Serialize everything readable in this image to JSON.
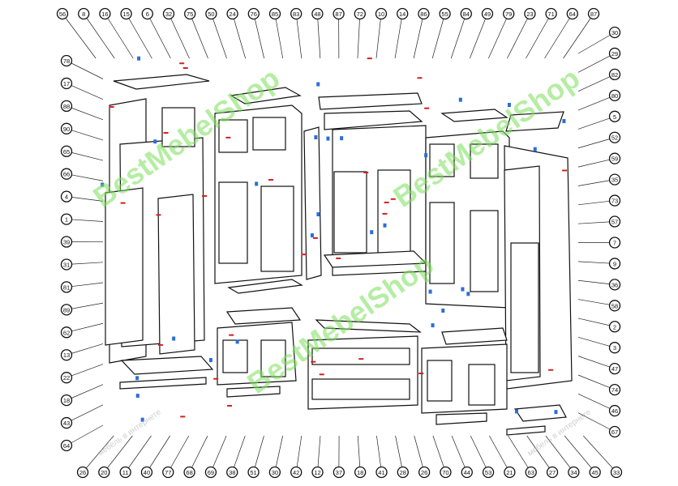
{
  "watermark": {
    "brand": "BestMebelShop",
    "sub": "мебель в интернете"
  },
  "callouts": {
    "top": [
      "56",
      "8",
      "16",
      "15",
      "6",
      "32",
      "75",
      "50",
      "24",
      "76",
      "85",
      "83",
      "48",
      "87",
      "72",
      "10",
      "14",
      "86",
      "55",
      "84",
      "49",
      "79",
      "23",
      "71",
      "64",
      "87"
    ],
    "left": [
      "78",
      "17",
      "88",
      "90",
      "65",
      "66",
      "4",
      "1",
      "39",
      "31",
      "81",
      "89",
      "62",
      "13",
      "22",
      "18",
      "43",
      "64"
    ],
    "right": [
      "30",
      "29",
      "82",
      "80",
      "5",
      "52",
      "59",
      "35",
      "73",
      "57",
      "7",
      "9",
      "36",
      "58",
      "2",
      "3",
      "47",
      "74",
      "46",
      "67"
    ],
    "bottom": [
      "26",
      "20",
      "11",
      "40",
      "77",
      "68",
      "69",
      "38",
      "51",
      "30",
      "42",
      "12",
      "37",
      "18",
      "41",
      "28",
      "26",
      "70",
      "44",
      "53",
      "21",
      "63",
      "27",
      "34",
      "45",
      "33"
    ]
  },
  "colors": {
    "line": "#111111",
    "accent_red": "#d42020",
    "accent_blue": "#2a6fd6",
    "watermark": "#7be05a"
  }
}
